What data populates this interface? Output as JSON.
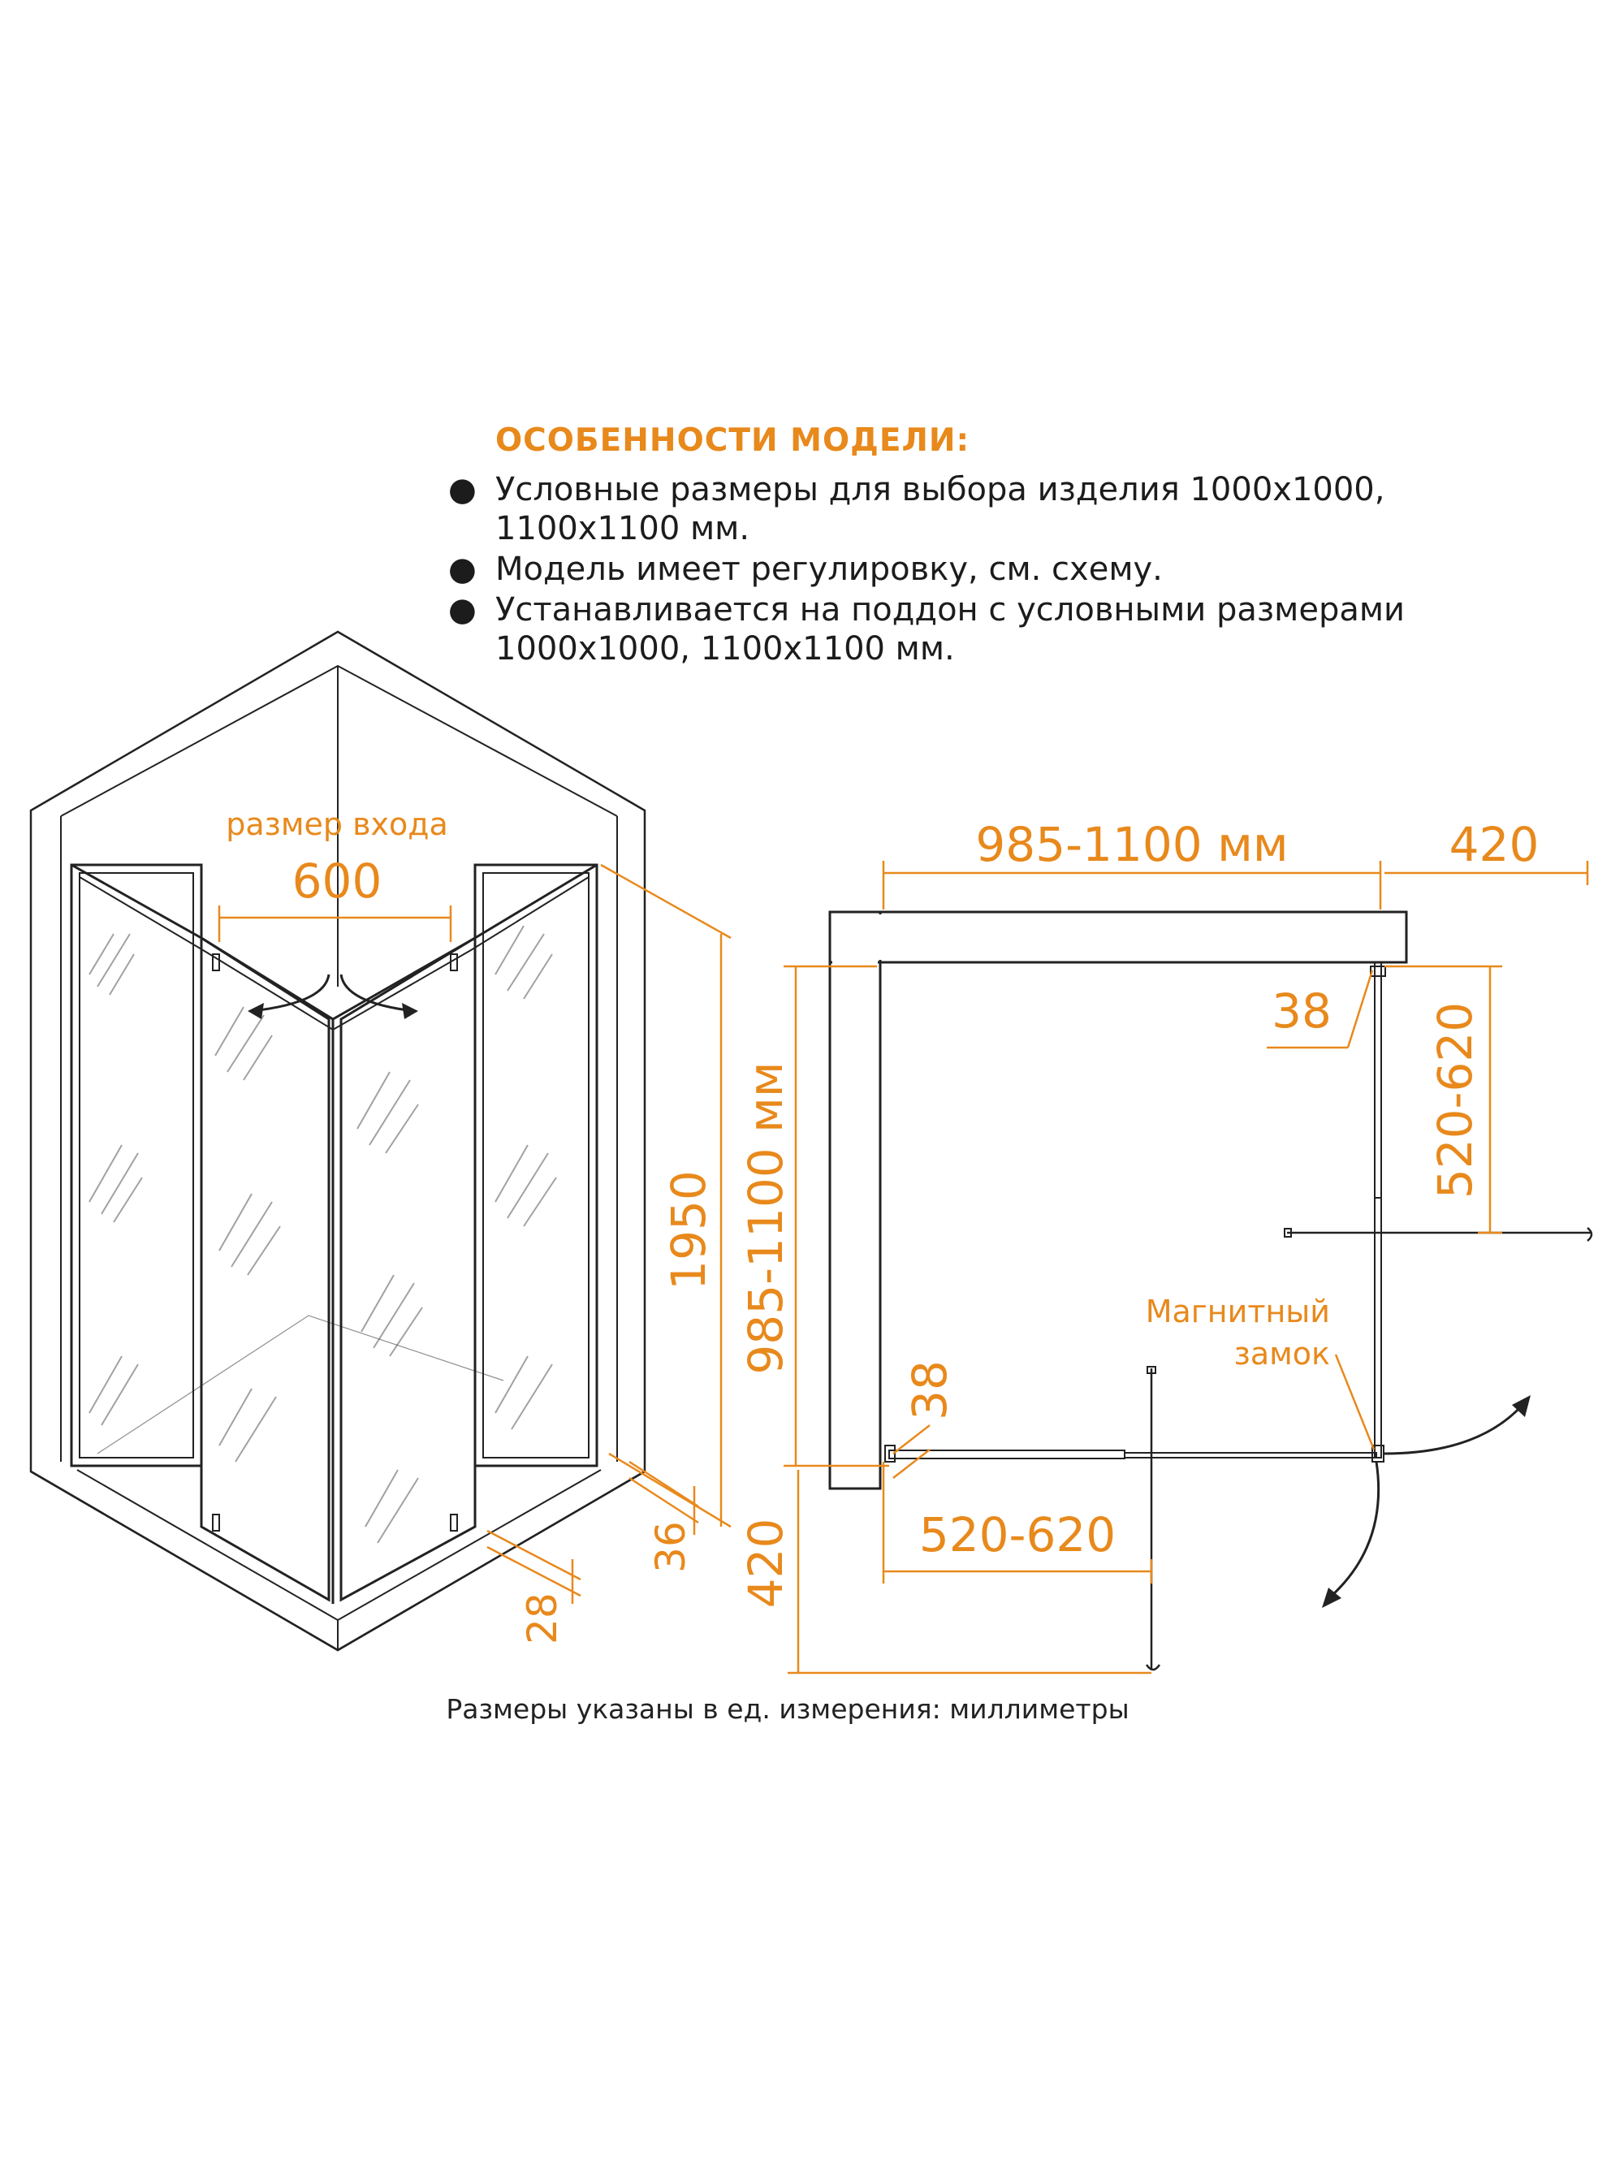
{
  "features": {
    "title": "ОСОБЕННОСТИ МОДЕЛИ:",
    "items": [
      {
        "line1": "Условные размеры для выбора изделия 1000х1000,",
        "line2": "1100х1100 мм."
      },
      {
        "line1": "Модель имеет регулировку, см. схему.",
        "line2": ""
      },
      {
        "line1": "Устанавливается на поддон с условными размерами",
        "line2": "1000х1000, 1100х1100 мм."
      }
    ]
  },
  "perspective": {
    "entry_label": "размер входа",
    "entry_value": "600",
    "height": "1950",
    "dim_36": "36",
    "dim_28": "28"
  },
  "plan": {
    "width_label": "985-1100 мм",
    "side_label": "420",
    "depth_label": "985-1100 мм",
    "dim_38_top": "38",
    "right_adjust": "520-620",
    "magnet_line1": "Магнитный",
    "magnet_line2": "замок",
    "dim_38_bottom": "38",
    "bottom_adjust": "520-620",
    "bottom_side": "420"
  },
  "footer_note": "Размеры указаны в ед. измерения: миллиметры",
  "colors": {
    "accent": "#e8891c",
    "line": "#222222"
  }
}
